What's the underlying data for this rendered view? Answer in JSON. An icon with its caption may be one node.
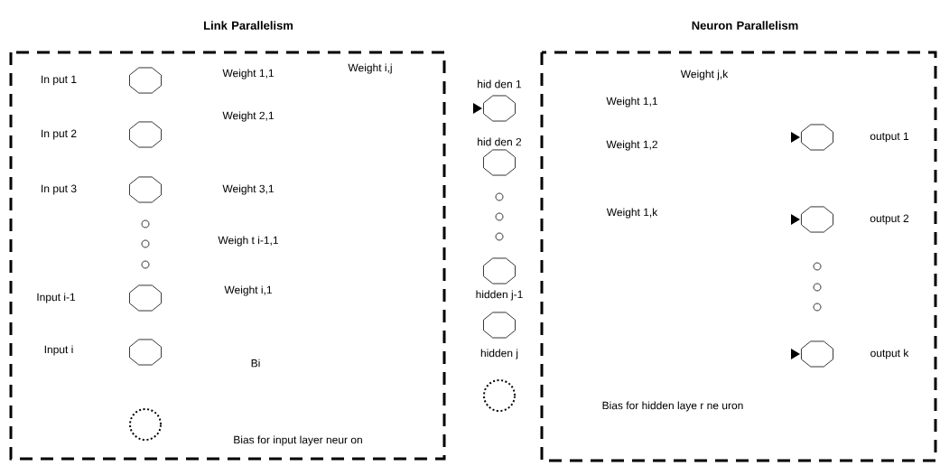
{
  "diagram": {
    "nodes": [
      {
        "text": [
          "Link Parallelism"
        ]
      },
      {
        "text": [],
        "shape": "octagon",
        "in": 0
      },
      {
        "text": [],
        "shape": "octagon",
        "in": 0
      },
      {
        "text": [],
        "shape": "octagon",
        "in": 0
      },
      {
        "text": [],
        "shape": "octagon",
        "in": 0
      },
      {
        "text": [],
        "shape": "octagon",
        "in": 0
      },
      {
        "text": [],
        "shape": "circle",
        "in": 0
      },
      {
        "text": [],
        "shape": "octagon",
        "beside": [
          "hid den 1"
        ]
      },
      {
        "text": [],
        "shape": "octagon",
        "beside": [
          "hid den 2"
        ]
      },
      {
        "text": [],
        "shape": "octagon",
        "beside": [
          "hidden j-1"
        ]
      },
      {
        "text": [],
        "shape": "octagon",
        "beside": [
          "hidden j"
        ]
      },
      {
        "text": [],
        "shape": "circle"
      },
      {
        "text": [
          "Neuron Parallelism"
        ]
      },
      {
        "text": [],
        "shape": "octagon",
        "in": 12,
        "beside": [
          "output 1"
        ]
      },
      {
        "text": [],
        "shape": "octagon",
        "in": 12,
        "beside": [
          "output 2"
        ]
      },
      {
        "text": [],
        "shape": "octagon",
        "in": 12,
        "beside": [
          "output k"
        ]
      }
    ],
    "labels": [
      "In put 1",
      "Weight 1,1",
      "Weight i,j",
      "Weight 2,1",
      "In put 2",
      "In put 3",
      "Weight 3,1",
      "Weigh t i-1,1",
      "Input i-1",
      "Weight i,1",
      "Input i",
      "Bi",
      "Bias for input layer neur on",
      "Weight j,k",
      "Weight 1,1",
      "Weight 1,2",
      "Weight 1,k",
      "Bias for hidden laye r ne uron"
    ]
  }
}
